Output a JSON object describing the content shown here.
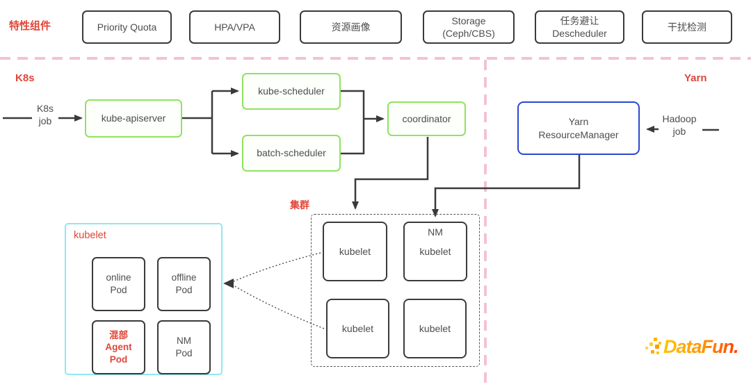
{
  "feature_bar": {
    "label": "特性组件",
    "items": [
      {
        "label": "Priority Quota"
      },
      {
        "label": "HPA/VPA"
      },
      {
        "label": "资源画像"
      },
      {
        "label": "Storage\n(Ceph/CBS)"
      },
      {
        "label": "任务避让\nDescheduler"
      },
      {
        "label": "干扰检测"
      }
    ]
  },
  "k8s": {
    "section_label": "K8s",
    "job_label": "K8s\njob",
    "apiserver": "kube-apiserver",
    "kube_scheduler": "kube-scheduler",
    "batch_scheduler": "batch-scheduler",
    "coordinator": "coordinator"
  },
  "yarn": {
    "section_label": "Yarn",
    "resource_manager": "Yarn\nResourceManager",
    "job_label": "Hadoop\njob"
  },
  "cluster": {
    "label": "集群",
    "nodes": [
      {
        "top": "",
        "label": "kubelet"
      },
      {
        "top": "NM",
        "label": "kubelet"
      },
      {
        "top": "",
        "label": "kubelet"
      },
      {
        "top": "",
        "label": "kubelet"
      }
    ]
  },
  "kubelet_detail": {
    "label": "kubelet",
    "pods": [
      {
        "label": "online\nPod"
      },
      {
        "label": "offline\nPod"
      },
      {
        "label": "混部\nAgent\nPod"
      },
      {
        "label": "NM\nPod"
      }
    ]
  },
  "logo": {
    "text": "DataFun."
  },
  "colors": {
    "red_label": "#e04537",
    "green_border": "#8fe35f",
    "blue_border": "#2a46cf",
    "cyan_border": "#8ee8f0",
    "pink_divider": "#f3c3d0",
    "line": "#3a3a3a"
  }
}
